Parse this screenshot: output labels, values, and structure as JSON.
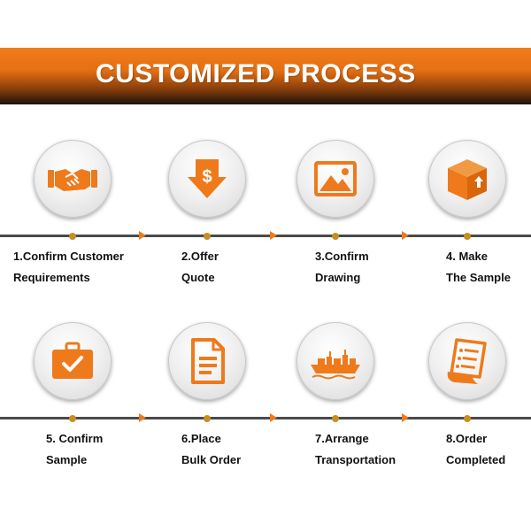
{
  "header": {
    "title": "CUSTOMIZED PROCESS"
  },
  "colors": {
    "accent": "#ee7a1c",
    "dot": "#c68f22",
    "line": "#4a4a4a"
  },
  "steps": [
    {
      "line1": "1.Confirm Customer",
      "line2": "Requirements",
      "icon": "handshake-icon"
    },
    {
      "line1": "2.Offer",
      "line2": "Quote",
      "icon": "price-tag-icon"
    },
    {
      "line1": "3.Confirm",
      "line2": "Drawing",
      "icon": "picture-icon"
    },
    {
      "line1": "4. Make",
      "line2": "The Sample",
      "icon": "box-icon"
    },
    {
      "line1": "5. Confirm",
      "line2": "Sample",
      "icon": "briefcase-check-icon"
    },
    {
      "line1": "6.Place",
      "line2": "Bulk Order",
      "icon": "document-icon"
    },
    {
      "line1": "7.Arrange",
      "line2": "Transportation",
      "icon": "ship-icon"
    },
    {
      "line1": "8.Order",
      "line2": "Completed",
      "icon": "receipt-icon"
    }
  ]
}
